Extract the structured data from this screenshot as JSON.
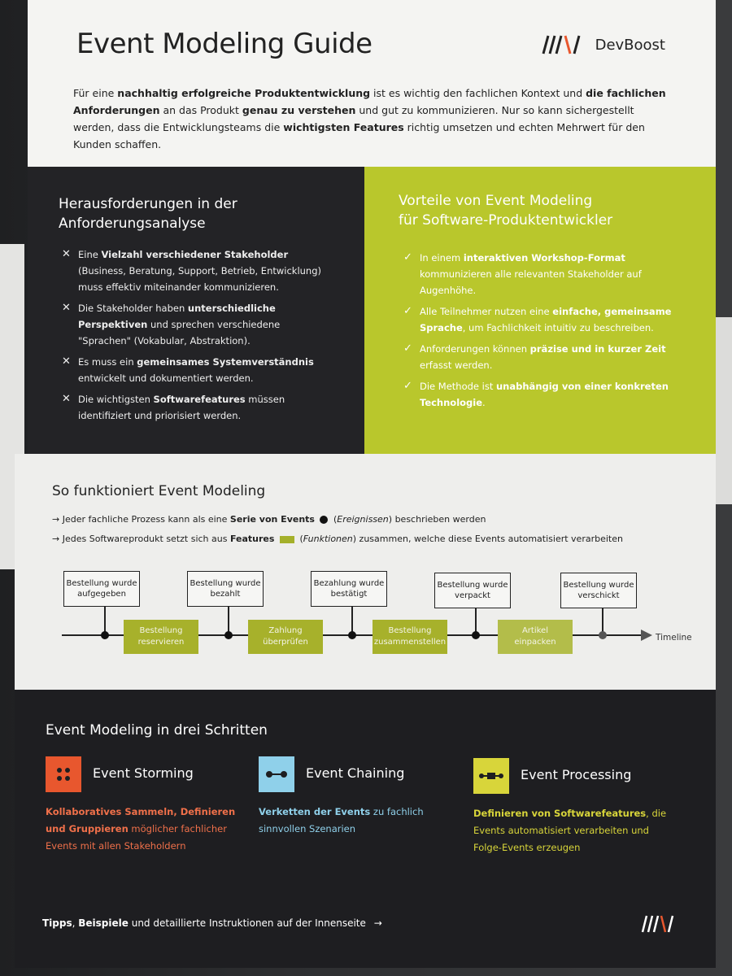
{
  "header": {
    "title": "Event Modeling Guide",
    "brand": "DevBoost",
    "intro": [
      {
        "t": "Für eine ",
        "b": false
      },
      {
        "t": "nachhaltig erfolgreiche Produktentwicklung",
        "b": true
      },
      {
        "t": " ist es wichtig den fachlichen Kontext und ",
        "b": false
      },
      {
        "t": "die fachlichen Anforderungen",
        "b": true
      },
      {
        "t": " an das Produkt ",
        "b": false
      },
      {
        "t": "genau zu verstehen",
        "b": true
      },
      {
        "t": " und gut zu kommunizieren. Nur so kann sichergestellt werden, dass die Entwicklungsteams die ",
        "b": false
      },
      {
        "t": "wichtigsten Features",
        "b": true
      },
      {
        "t": " richtig umsetzen und echten Mehrwert für den Kunden schaffen.",
        "b": false
      }
    ]
  },
  "challenges": {
    "title_line1": "Herausforderungen in der",
    "title_line2": "Anforderungsanalyse",
    "mark": "✕",
    "items": [
      [
        {
          "t": "Eine ",
          "b": false
        },
        {
          "t": "Vielzahl verschiedener Stakeholder",
          "b": true
        },
        {
          "t": " (Business, Beratung, Support, Betrieb, Entwicklung) muss effektiv miteinander kommunizieren.",
          "b": false
        }
      ],
      [
        {
          "t": "Die Stakeholder haben ",
          "b": false
        },
        {
          "t": "unterschiedliche Perspektiven",
          "b": true
        },
        {
          "t": " und sprechen verschiedene \"Sprachen\" (Vokabular, Abstraktion).",
          "b": false
        }
      ],
      [
        {
          "t": "Es muss ein ",
          "b": false
        },
        {
          "t": "gemeinsames Systemverständnis",
          "b": true
        },
        {
          "t": " entwickelt und dokumentiert werden.",
          "b": false
        }
      ],
      [
        {
          "t": "Die wichtigsten ",
          "b": false
        },
        {
          "t": "Softwarefeatures",
          "b": true
        },
        {
          "t": " müssen identifiziert und priorisiert werden.",
          "b": false
        }
      ]
    ]
  },
  "benefits": {
    "title_line1": "Vorteile von Event Modeling",
    "title_line2": "für Software-Produktentwickler",
    "mark": "✓",
    "items": [
      [
        {
          "t": "In einem ",
          "b": false
        },
        {
          "t": "interaktiven Workshop-Format",
          "b": true
        },
        {
          "t": " kommunizieren alle relevanten Stakeholder auf Augenhöhe.",
          "b": false
        }
      ],
      [
        {
          "t": "Alle Teilnehmer nutzen eine ",
          "b": false
        },
        {
          "t": "einfache, gemeinsame Sprache",
          "b": true
        },
        {
          "t": ", um Fachlichkeit intuitiv zu beschreiben.",
          "b": false
        }
      ],
      [
        {
          "t": "Anforderungen können ",
          "b": false
        },
        {
          "t": "präzise und in kurzer Zeit",
          "b": true
        },
        {
          "t": " erfasst werden.",
          "b": false
        }
      ],
      [
        {
          "t": "Die Methode ist ",
          "b": false
        },
        {
          "t": "unabhängig von einer konkreten Technologie",
          "b": true
        },
        {
          "t": ".",
          "b": false
        }
      ]
    ]
  },
  "how": {
    "title": "So funktioniert Event Modeling",
    "arrow": "→",
    "b1_pre": "Jeder fachliche Prozess kann als eine ",
    "b1_bold": "Serie von Events",
    "b1_italic": "Ereignissen",
    "b1_post": " beschrieben werden",
    "b2_pre": "Jedes Softwareprodukt setzt sich aus ",
    "b2_bold": "Features",
    "b2_italic": "Funktionen",
    "b2_post": " zusammen, welche diese Events automatisiert verarbeiten",
    "timeline_label": "Timeline",
    "events": [
      {
        "l1": "Bestellung wurde",
        "l2": "aufgegeben"
      },
      {
        "l1": "Bestellung wurde",
        "l2": "bezahlt"
      },
      {
        "l1": "Bezahlung wurde",
        "l2": "bestätigt"
      },
      {
        "l1": "Bestellung wurde",
        "l2": "verpackt"
      },
      {
        "l1": "Bestellung wurde",
        "l2": "verschickt"
      }
    ],
    "features": [
      {
        "l1": "Bestellung",
        "l2": "reservieren"
      },
      {
        "l1": "Zahlung",
        "l2": "überprüfen"
      },
      {
        "l1": "Bestellung",
        "l2": "zusammenstellen"
      },
      {
        "l1": "Artikel",
        "l2": "einpacken"
      }
    ]
  },
  "steps": {
    "title": "Event Modeling in drei Schritten",
    "colors": {
      "orange": "#e8572e",
      "blue": "#8fd0ea",
      "yellow": "#d8d53a"
    },
    "items": [
      {
        "icon": "dots-grid-icon",
        "title": "Event Storming",
        "desc": [
          {
            "t": "Kollaboratives Sammeln, Definieren und Gruppieren",
            "b": true
          },
          {
            "t": " möglicher fachlicher Events mit allen Stakeholdern",
            "b": false
          }
        ]
      },
      {
        "icon": "chain-icon",
        "title": "Event Chaining",
        "desc": [
          {
            "t": "Verketten der Events",
            "b": true
          },
          {
            "t": " zu fachlich sinnvollen Szenarien",
            "b": false
          }
        ]
      },
      {
        "icon": "process-icon",
        "title": "Event Processing",
        "desc": [
          {
            "t": "Definieren von Softwarefeatures",
            "b": true
          },
          {
            "t": ", die Events automatisiert verarbeiten und Folge-Events erzeugen",
            "b": false
          }
        ]
      }
    ]
  },
  "footer": {
    "bold1": "Tipps",
    "sep": ", ",
    "bold2": "Beispiele",
    "rest": " und detaillierte Instruktionen auf der Innenseite",
    "arrow": "→"
  }
}
